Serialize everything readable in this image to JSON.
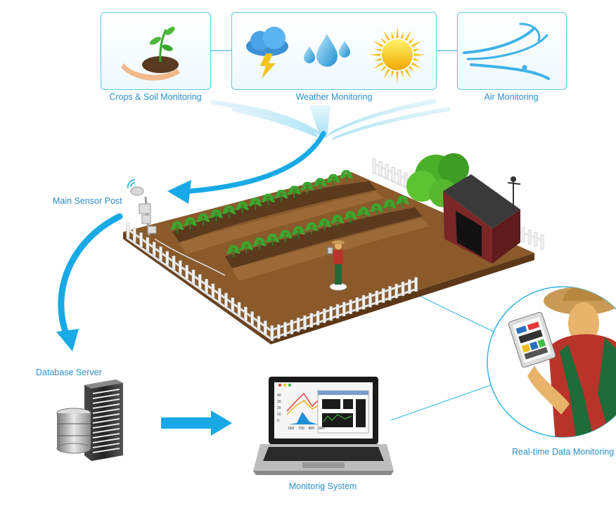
{
  "labels": {
    "crops_soil": "Crops & Soil Monitoring",
    "weather": "Weather Monitoring",
    "air": "Air Monitoring",
    "sensor_post": "Main Sensor Post",
    "database": "Database Server",
    "monitoring": "Monitorig System",
    "realtime": "Real-time Data Monitoring"
  },
  "laptop_screen": {
    "chart_ticks": [
      "40",
      "30",
      "20",
      "10",
      "0"
    ],
    "x_ticks": [
      "650",
      "700",
      "800",
      "900"
    ]
  },
  "colors": {
    "accent": "#2a8fc9",
    "card_border": "#5bc7e6",
    "arrow": "#18a9e6",
    "soil": "#8a5a2b",
    "plant": "#3aa62e",
    "barn": "#7a2626"
  },
  "icons": [
    "plant-in-hands-icon",
    "storm-cloud-icon",
    "water-drops-icon",
    "sun-icon",
    "wind-icon",
    "server-icon",
    "laptop-icon",
    "sensor-post-icon",
    "barn-icon",
    "farmer-icon",
    "tablet-icon"
  ]
}
